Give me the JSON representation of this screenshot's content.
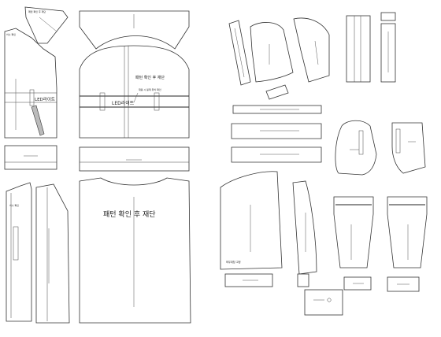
{
  "labels": {
    "led_light": "LED라이트",
    "cut_after_pattern_check_top": "패턴 확인 후 재단",
    "cut_after_pattern_check_back": "패턴 확인 후 재단",
    "small_note_top_left": "패턴 확인 후 재단",
    "small_note_front": "치수 확인",
    "reflective_note": "재봉 시 봉제 위치 확인",
    "sleeve_note": "좌우대칭 고정"
  },
  "colors": {
    "line": "#333333",
    "background": "#ffffff"
  }
}
